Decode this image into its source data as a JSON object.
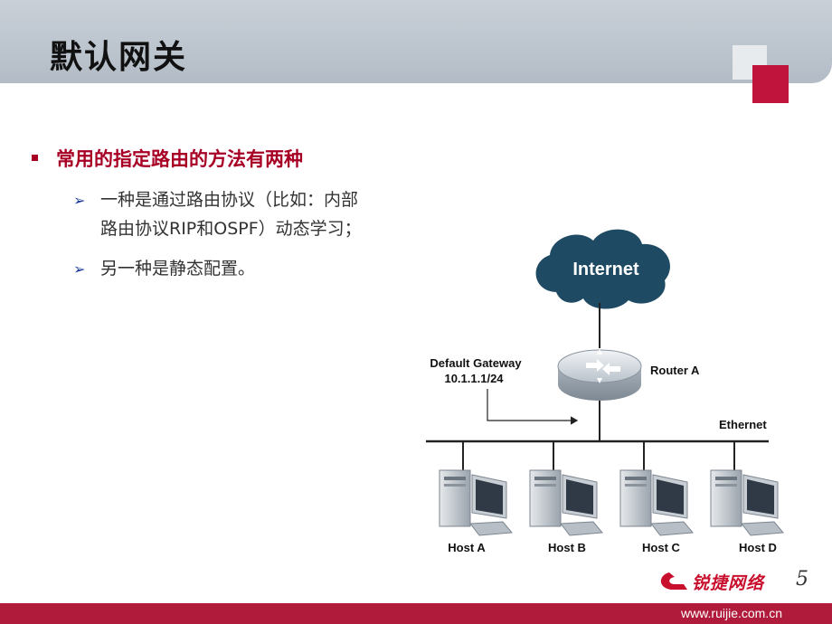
{
  "slide": {
    "title": "默认网关",
    "page_number": "5"
  },
  "bullets": {
    "main": "常用的指定路由的方法有两种",
    "sub1_line1": "一种是通过路由协议（比如：内部",
    "sub1_line2": "路由协议RIP和OSPF）动态学习；",
    "sub2": "另一种是静态配置。"
  },
  "diagram": {
    "cloud_label": "Internet",
    "gateway_label_1": "Default Gateway",
    "gateway_label_2": "10.1.1.1/24",
    "router_label": "Router A",
    "network_label": "Ethernet",
    "hosts": [
      "Host A",
      "Host B",
      "Host C",
      "Host D"
    ]
  },
  "footer": {
    "logo_text": "锐捷网络",
    "url": "www.ruijie.com.cn"
  },
  "colors": {
    "accent_red": "#c0143c",
    "cloud": "#1f4a63",
    "title_bar": "#b3bcc6"
  }
}
